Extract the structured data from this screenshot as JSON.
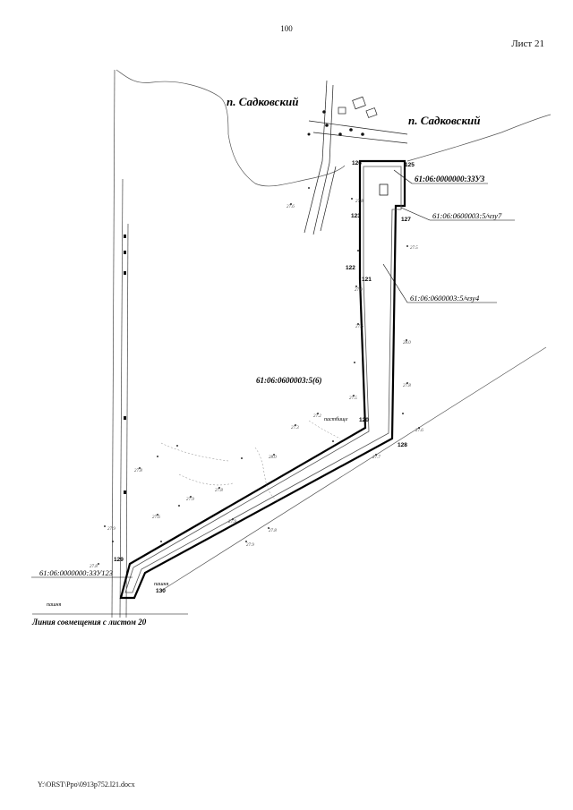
{
  "header": {
    "page_number": "100",
    "sheet_label": "Лист 21"
  },
  "footer": {
    "file_path": "Y:\\ORST\\Ppo\\0913p752.l21.docx"
  },
  "map": {
    "place_names": [
      "п. Садковский",
      "п. Садковский"
    ],
    "parcels": {
      "zu3": "61:06:0000000:3ЗУ3",
      "chzu7": "61:06:0600003:5/чзу7",
      "chzu4": "61:06:0600003:5/чзу4",
      "main": "61:06:0600003:5(6)",
      "zu123": "61:06:0000000:3ЗУ123"
    },
    "points": [
      "125",
      "126",
      "127",
      "123",
      "122",
      "121",
      "120",
      "128",
      "129",
      "130"
    ],
    "labels": {
      "road_lower_left": "пашня",
      "road_bottom": "пашня",
      "pasture": "пастбище",
      "combine_line": "Линия совмещения с листом 20"
    }
  }
}
